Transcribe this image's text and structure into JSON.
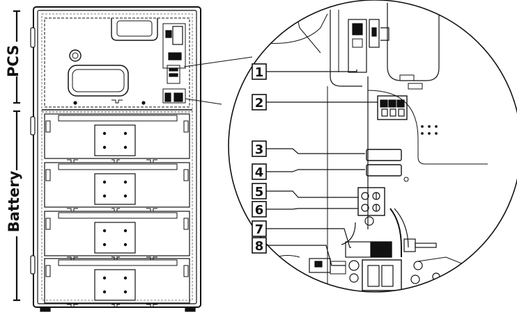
{
  "labels": {
    "pcs": "PCS",
    "battery": "Battery"
  },
  "callouts": [
    "1",
    "2",
    "3",
    "4",
    "5",
    "6",
    "7",
    "8"
  ],
  "colors": {
    "line": "#111111",
    "fill": "#ffffff",
    "dashed": "#555555"
  }
}
